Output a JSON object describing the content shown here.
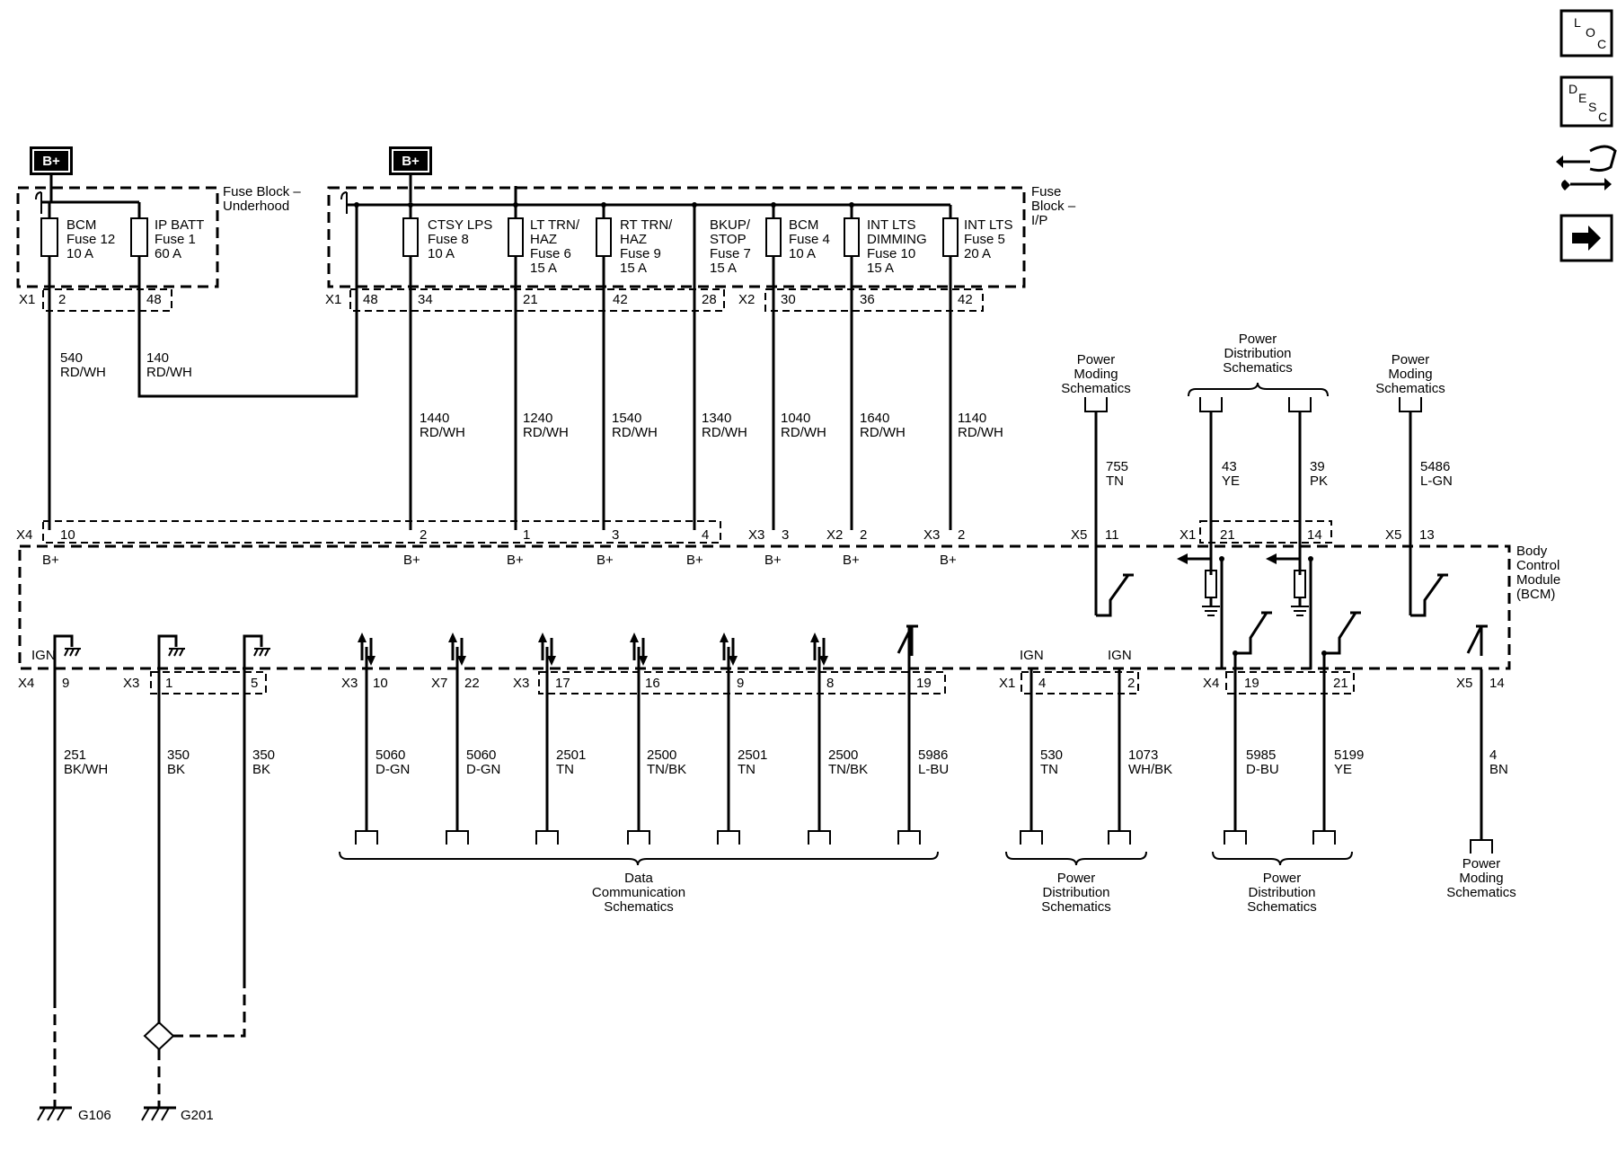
{
  "source_tags": {
    "left": "B+",
    "right": "B+"
  },
  "fuse_block_underhood": {
    "label_1": "Fuse Block –",
    "label_2": "Underhood",
    "fuses": [
      {
        "l1": "BCM",
        "l2": "Fuse 12",
        "l3": "10 A"
      },
      {
        "l1": "IP BATT",
        "l2": "Fuse 1",
        "l3": "60 A"
      }
    ],
    "connector": "X1",
    "pins": [
      "2",
      "48"
    ]
  },
  "fuse_block_ip": {
    "label_1": "Fuse",
    "label_2": "Block –",
    "label_3": "I/P",
    "fuses": [
      {
        "l1": "CTSY LPS",
        "l2": "Fuse 8",
        "l3": "10 A",
        "l4": ""
      },
      {
        "l1": "LT TRN/",
        "l2": "HAZ",
        "l3": "Fuse 6",
        "l4": "15 A"
      },
      {
        "l1": "RT TRN/",
        "l2": "HAZ",
        "l3": "Fuse 9",
        "l4": "15 A"
      },
      {
        "l1": "BKUP/",
        "l2": "STOP",
        "l3": "Fuse 7",
        "l4": "15 A"
      },
      {
        "l1": "BCM",
        "l2": "Fuse 4",
        "l3": "10 A",
        "l4": ""
      },
      {
        "l1": "INT LTS",
        "l2": "DIMMING",
        "l3": "Fuse 10",
        "l4": "15 A"
      },
      {
        "l1": "INT LTS",
        "l2": "Fuse 5",
        "l3": "20 A",
        "l4": ""
      }
    ],
    "connector_1": "X1",
    "connector_2": "X2",
    "pins": [
      "48",
      "34",
      "21",
      "42",
      "28",
      "30",
      "36",
      "42"
    ]
  },
  "upper_wires": [
    {
      "num": "540",
      "color": "RD/WH"
    },
    {
      "num": "140",
      "color": "RD/WH"
    },
    {
      "num": "1440",
      "color": "RD/WH"
    },
    {
      "num": "1240",
      "color": "RD/WH"
    },
    {
      "num": "1540",
      "color": "RD/WH"
    },
    {
      "num": "1340",
      "color": "RD/WH"
    },
    {
      "num": "1040",
      "color": "RD/WH"
    },
    {
      "num": "1640",
      "color": "RD/WH"
    },
    {
      "num": "1140",
      "color": "RD/WH"
    }
  ],
  "upper_right_wires": [
    {
      "num": "755",
      "color": "TN"
    },
    {
      "num": "43",
      "color": "YE"
    },
    {
      "num": "39",
      "color": "PK"
    },
    {
      "num": "5486",
      "color": "L-GN"
    }
  ],
  "upper_refs": {
    "pm1": [
      "Power",
      "Moding",
      "Schematics"
    ],
    "pd": [
      "Power",
      "Distribution",
      "Schematics"
    ],
    "pm2": [
      "Power",
      "Moding",
      "Schematics"
    ]
  },
  "bcm_top_pins": {
    "x4": "X4",
    "p10": "10",
    "p2": "2",
    "p1": "1",
    "p3": "3",
    "p4": "4",
    "x3a": "X3",
    "p3b": "3",
    "x2": "X2",
    "p2b": "2",
    "x3b": "X3",
    "p2c": "2",
    "x5": "X5",
    "p11": "11",
    "x1": "X1",
    "p21": "21",
    "p14": "14",
    "x5b": "X5",
    "p13": "13",
    "bplus": "B+"
  },
  "bcm_label": [
    "Body",
    "Control",
    "Module",
    "(BCM)"
  ],
  "bcm_bottom_pins": {
    "x4": "X4",
    "p9": "9",
    "x3": "X3",
    "p1": "1",
    "p5": "5",
    "x3b": "X3",
    "p10": "10",
    "x7": "X7",
    "p22": "22",
    "x3c": "X3",
    "p17": "17",
    "p16": "16",
    "p9b": "9",
    "p8": "8",
    "p19": "19",
    "x1": "X1",
    "p4": "4",
    "p2": "2",
    "ign": "IGN",
    "x4b": "X4",
    "p19b": "19",
    "p21": "21",
    "x5": "X5",
    "p14": "14"
  },
  "lower_wires": [
    {
      "num": "251",
      "color": "BK/WH"
    },
    {
      "num": "350",
      "color": "BK"
    },
    {
      "num": "350",
      "color": "BK"
    },
    {
      "num": "5060",
      "color": "D-GN"
    },
    {
      "num": "5060",
      "color": "D-GN"
    },
    {
      "num": "2501",
      "color": "TN"
    },
    {
      "num": "2500",
      "color": "TN/BK"
    },
    {
      "num": "2501",
      "color": "TN"
    },
    {
      "num": "2500",
      "color": "TN/BK"
    },
    {
      "num": "5986",
      "color": "L-BU"
    },
    {
      "num": "530",
      "color": "TN"
    },
    {
      "num": "1073",
      "color": "WH/BK"
    },
    {
      "num": "5985",
      "color": "D-BU"
    },
    {
      "num": "5199",
      "color": "YE"
    },
    {
      "num": "4",
      "color": "BN"
    }
  ],
  "lower_refs": {
    "data": [
      "Data",
      "Communication",
      "Schematics"
    ],
    "pd1": [
      "Power",
      "Distribution",
      "Schematics"
    ],
    "pd2": [
      "Power",
      "Distribution",
      "Schematics"
    ],
    "pm": [
      "Power",
      "Moding",
      "Schematics"
    ]
  },
  "grounds": [
    "G106",
    "G201"
  ],
  "side_icons": {
    "loc": [
      "L",
      "O",
      "C"
    ],
    "desc": [
      "D",
      "E",
      "S",
      "C"
    ]
  }
}
